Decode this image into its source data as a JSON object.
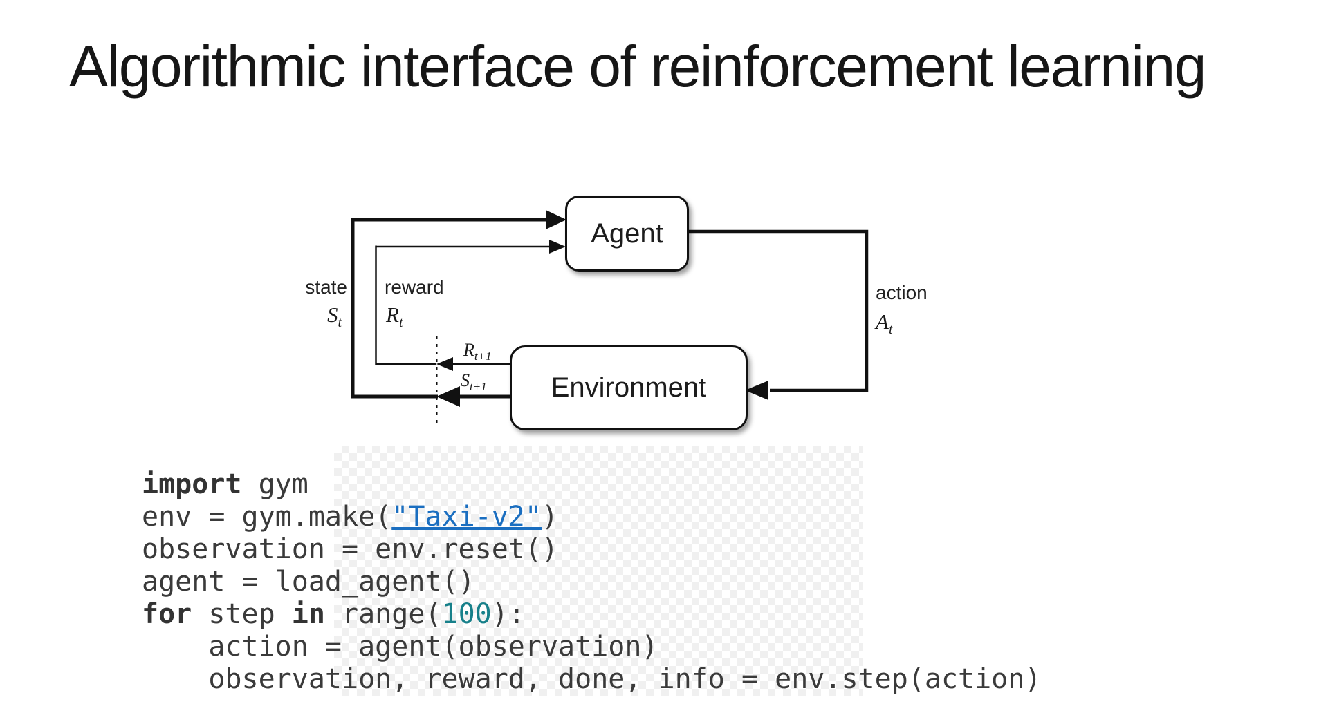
{
  "slide": {
    "title": "Algorithmic interface of reinforcement learning"
  },
  "diagram": {
    "agent_label": "Agent",
    "environment_label": "Environment",
    "state_label": "state",
    "state_symbol": {
      "base": "S",
      "sub": "t"
    },
    "reward_label": "reward",
    "reward_symbol": {
      "base": "R",
      "sub": "t"
    },
    "action_label": "action",
    "action_symbol": {
      "base": "A",
      "sub": "t"
    },
    "next_reward_symbol": {
      "base": "R",
      "sub": "t+1"
    },
    "next_state_symbol": {
      "base": "S",
      "sub": "t+1"
    }
  },
  "code": {
    "colors": {
      "keyword": "#333333",
      "plain": "#3a3a3a",
      "link": "#1a6ec0",
      "number": "#17808a"
    },
    "lines": [
      [
        {
          "text": "import",
          "style": "kw"
        },
        {
          "text": " gym",
          "style": "plain"
        }
      ],
      [
        {
          "text": "env = gym.make(",
          "style": "plain"
        },
        {
          "text": "\"Taxi-v2\"",
          "style": "link"
        },
        {
          "text": ")",
          "style": "plain"
        }
      ],
      [
        {
          "text": "observation = env.reset()",
          "style": "plain"
        }
      ],
      [
        {
          "text": "agent = load_agent()",
          "style": "plain"
        }
      ],
      [
        {
          "text": "for",
          "style": "kw"
        },
        {
          "text": " step ",
          "style": "plain"
        },
        {
          "text": "in",
          "style": "kw"
        },
        {
          "text": " range(",
          "style": "plain"
        },
        {
          "text": "100",
          "style": "num"
        },
        {
          "text": "):",
          "style": "plain"
        }
      ],
      [
        {
          "text": "    action = agent(observation)",
          "style": "plain"
        }
      ],
      [
        {
          "text": "    observation, reward, done, info = env.step(action)",
          "style": "plain"
        }
      ]
    ]
  }
}
